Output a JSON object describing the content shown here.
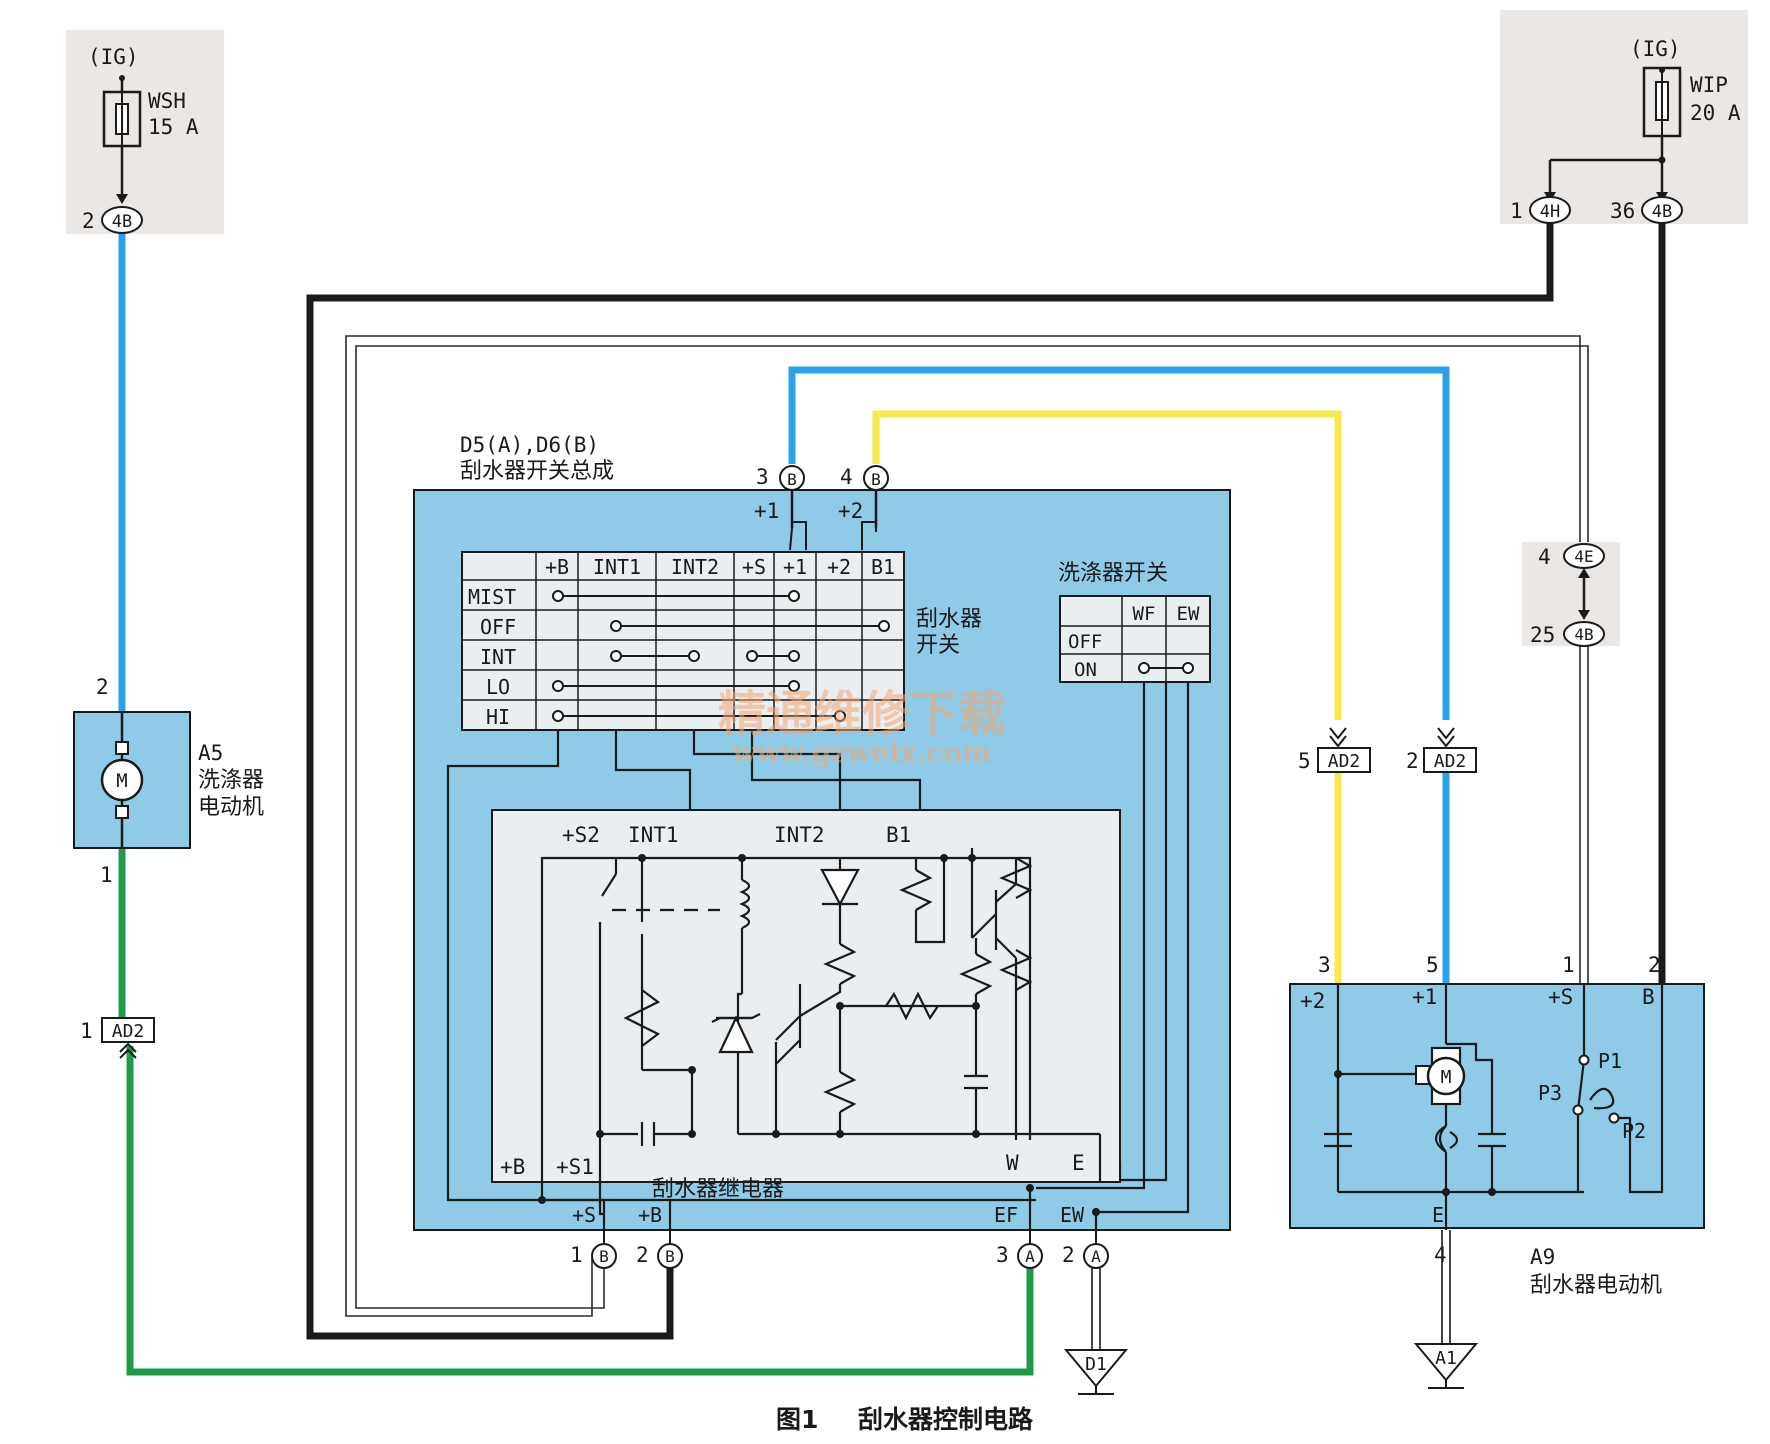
{
  "colors": {
    "blue_wire": "#29a3e6",
    "yellow_wire": "#f7ea4a",
    "green_wire": "#1f9a48",
    "black_wire": "#1a1a1a",
    "module_fill": "#8fcbe6",
    "fuse_panel": "#ebe7e4"
  },
  "fuse_left": {
    "ig": "(IG)",
    "name": "WSH",
    "rating": "15 A",
    "pin": "2",
    "connector": "4B"
  },
  "fuse_right": {
    "ig": "(IG)",
    "name": "WIP",
    "rating": "20 A",
    "pin_a": "1",
    "conn_a": "4H",
    "pin_b": "36",
    "conn_b": "4B"
  },
  "junction_mid": {
    "pin_top": "4",
    "conn_top": "4E",
    "pin_bottom": "25",
    "conn_bottom": "4B"
  },
  "washer_motor": {
    "id": "A5",
    "name_line1": "洗涤器",
    "name_line2": "电动机",
    "pin_top": "2",
    "pin_bottom": "1",
    "motor_symbol": "M"
  },
  "connector_ad2_left": {
    "pin": "1",
    "name": "AD2"
  },
  "connector_ad2_yellow": {
    "pin": "5",
    "name": "AD2"
  },
  "connector_ad2_blue": {
    "pin": "2",
    "name": "AD2"
  },
  "switch_assembly": {
    "title_line1": "D5(A),D6(B)",
    "title_line2": "刮水器开关总成",
    "pin3": "3",
    "pin4": "4",
    "conn_b": "B",
    "term_p1": "+1",
    "term_p2": "+2",
    "wiper_switch_label_line1": "刮水器",
    "wiper_switch_label_line2": "开关",
    "table_headers": [
      "",
      "+B",
      "INT1",
      "INT2",
      "+S",
      "+1",
      "+2",
      "B1"
    ],
    "table_rows": [
      "MIST",
      "OFF",
      "INT",
      "LO",
      "HI"
    ],
    "washer_switch_title": "洗涤器开关",
    "washer_headers": [
      "",
      "WF",
      "EW"
    ],
    "washer_rows": [
      "OFF",
      "ON"
    ]
  },
  "relay": {
    "title": "刮水器继电器",
    "top_labels": [
      "+S2",
      "INT1",
      "INT2",
      "B1"
    ],
    "bottom_left": [
      "+B",
      "+S1"
    ],
    "bottom_right": [
      "W",
      "E"
    ]
  },
  "bottom_terminals": {
    "plus_s": "+S",
    "plus_b": "+B",
    "pin1": "1",
    "pin2": "2",
    "conn_b": "B",
    "ef": "EF",
    "ew": "EW",
    "pin3": "3",
    "pin2a": "2",
    "conn_a": "A"
  },
  "wiper_motor": {
    "id": "A9",
    "name": "刮水器电动机",
    "pins": [
      "3",
      "5",
      "1",
      "2"
    ],
    "terms": [
      "+2",
      "+1",
      "+S",
      "B"
    ],
    "ground_pin": "4",
    "ground_term": "E",
    "p1": "P1",
    "p2": "P2",
    "p3": "P3",
    "motor_symbol": "M"
  },
  "grounds": {
    "left": "D1",
    "right": "A1"
  },
  "watermark": {
    "line1": "精通维修下载",
    "line2": "www.gzweix.com"
  },
  "caption": {
    "fig": "图1",
    "title": "刮水器控制电路"
  }
}
